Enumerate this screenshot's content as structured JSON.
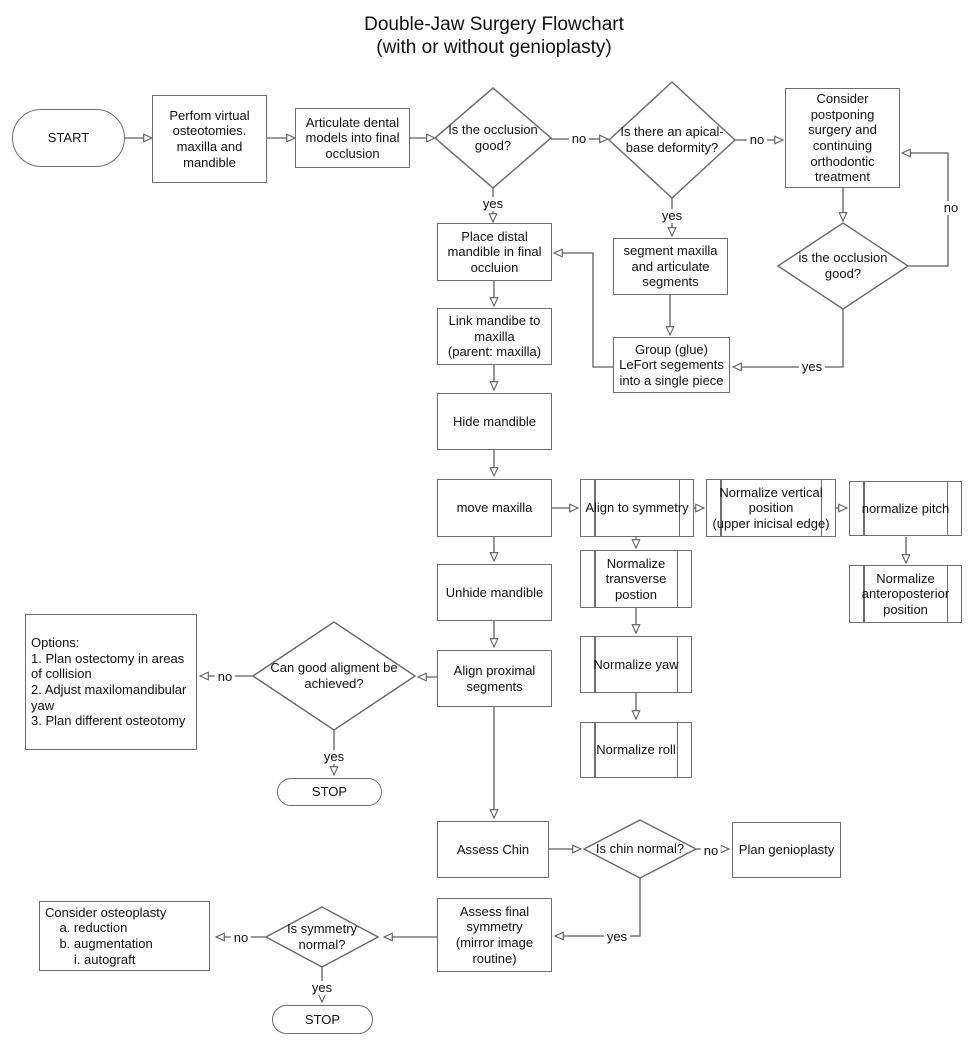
{
  "title": {
    "line1": "Double-Jaw Surgery Flowchart",
    "line2": "(with or without genioplasty)"
  },
  "colors": {
    "background": "#ffffff",
    "border": "#6e6e6e",
    "line": "#5f5f5f",
    "text": "#111111"
  },
  "nodes": {
    "start": {
      "shape": "terminator",
      "label": "START"
    },
    "perform_osteotomies": {
      "shape": "process",
      "label": "Perfom virtual\nosteotomies.\nmaxilla and\nmandible"
    },
    "articulate_models": {
      "shape": "process",
      "label": "Articulate dental\nmodels into final\nocclusion"
    },
    "occlusion_good_1": {
      "shape": "decision",
      "label": "Is the occlusion\ngood?"
    },
    "apical_base_deformity": {
      "shape": "decision",
      "label": "Is there an apical-\nbase deformity?"
    },
    "consider_postponing": {
      "shape": "process",
      "label": "Consider\npostponing\nsurgery and\ncontinuing\northodontic\ntreatment"
    },
    "place_distal_mandible": {
      "shape": "process",
      "label": "Place distal\nmandible in final\noccluion"
    },
    "segment_maxilla": {
      "shape": "process",
      "label": "segment maxilla\nand articulate\nsegments"
    },
    "occlusion_good_2": {
      "shape": "decision",
      "label": "is the occlusion\ngood?"
    },
    "link_mandible": {
      "shape": "process",
      "label": "Link mandibe to\nmaxilla\n(parent: maxilla)"
    },
    "group_lefort": {
      "shape": "process",
      "label": "Group (glue)\nLeFort segements\ninto a single piece"
    },
    "hide_mandible": {
      "shape": "process",
      "label": "Hide mandible"
    },
    "move_maxilla": {
      "shape": "process",
      "label": "move maxilla"
    },
    "align_to_symmetry": {
      "shape": "subroutine",
      "label": "Align to symmetry"
    },
    "normalize_vertical": {
      "shape": "subroutine",
      "label": "Normalize vertical\nposition\n(upper inicisal edge)"
    },
    "normalize_pitch": {
      "shape": "subroutine",
      "label": "normalize pitch"
    },
    "unhide_mandible": {
      "shape": "process",
      "label": "Unhide mandible"
    },
    "normalize_transverse": {
      "shape": "subroutine",
      "label": "Normalize\ntransverse\npostion"
    },
    "normalize_anteroposterior": {
      "shape": "subroutine",
      "label": "Normalize\nanteroposterior\nposition"
    },
    "normalize_yaw": {
      "shape": "subroutine",
      "label": "Normalize yaw"
    },
    "align_proximal": {
      "shape": "process",
      "label": "Align proximal\nsegments"
    },
    "good_alignment": {
      "shape": "decision",
      "label": "Can good aligment be\nachieved?"
    },
    "options": {
      "shape": "process",
      "label": "Options:\n1. Plan ostectomy in areas\nof collision\n2. Adjust maxilomandibular\nyaw\n3. Plan different osteotomy"
    },
    "normalize_roll": {
      "shape": "subroutine",
      "label": "Normalize roll"
    },
    "stop_1": {
      "shape": "terminator",
      "label": "STOP"
    },
    "assess_chin": {
      "shape": "process",
      "label": "Assess Chin"
    },
    "chin_normal": {
      "shape": "decision",
      "label": "Is chin normal?"
    },
    "plan_genioplasty": {
      "shape": "process",
      "label": "Plan genioplasty"
    },
    "assess_final_symmetry": {
      "shape": "process",
      "label": "Assess final\nsymmetry\n(mirror image\nroutine)"
    },
    "consider_osteoplasty": {
      "shape": "process",
      "label": "Consider osteoplasty\n    a. reduction\n    b. augmentation\n        i. autograft"
    },
    "symmetry_normal": {
      "shape": "decision",
      "label": "Is symmetry\nnormal?"
    },
    "stop_2": {
      "shape": "terminator",
      "label": "STOP"
    }
  },
  "edge_labels": {
    "occlusion1_no": "no",
    "occlusion1_yes": "yes",
    "apical_no": "no",
    "apical_yes": "yes",
    "occlusion2_no": "no",
    "occlusion2_yes": "yes",
    "alignment_no": "no",
    "alignment_yes": "yes",
    "chin_no": "no",
    "chin_yes": "yes",
    "symmetry_no": "no",
    "symmetry_yes": "yes"
  }
}
